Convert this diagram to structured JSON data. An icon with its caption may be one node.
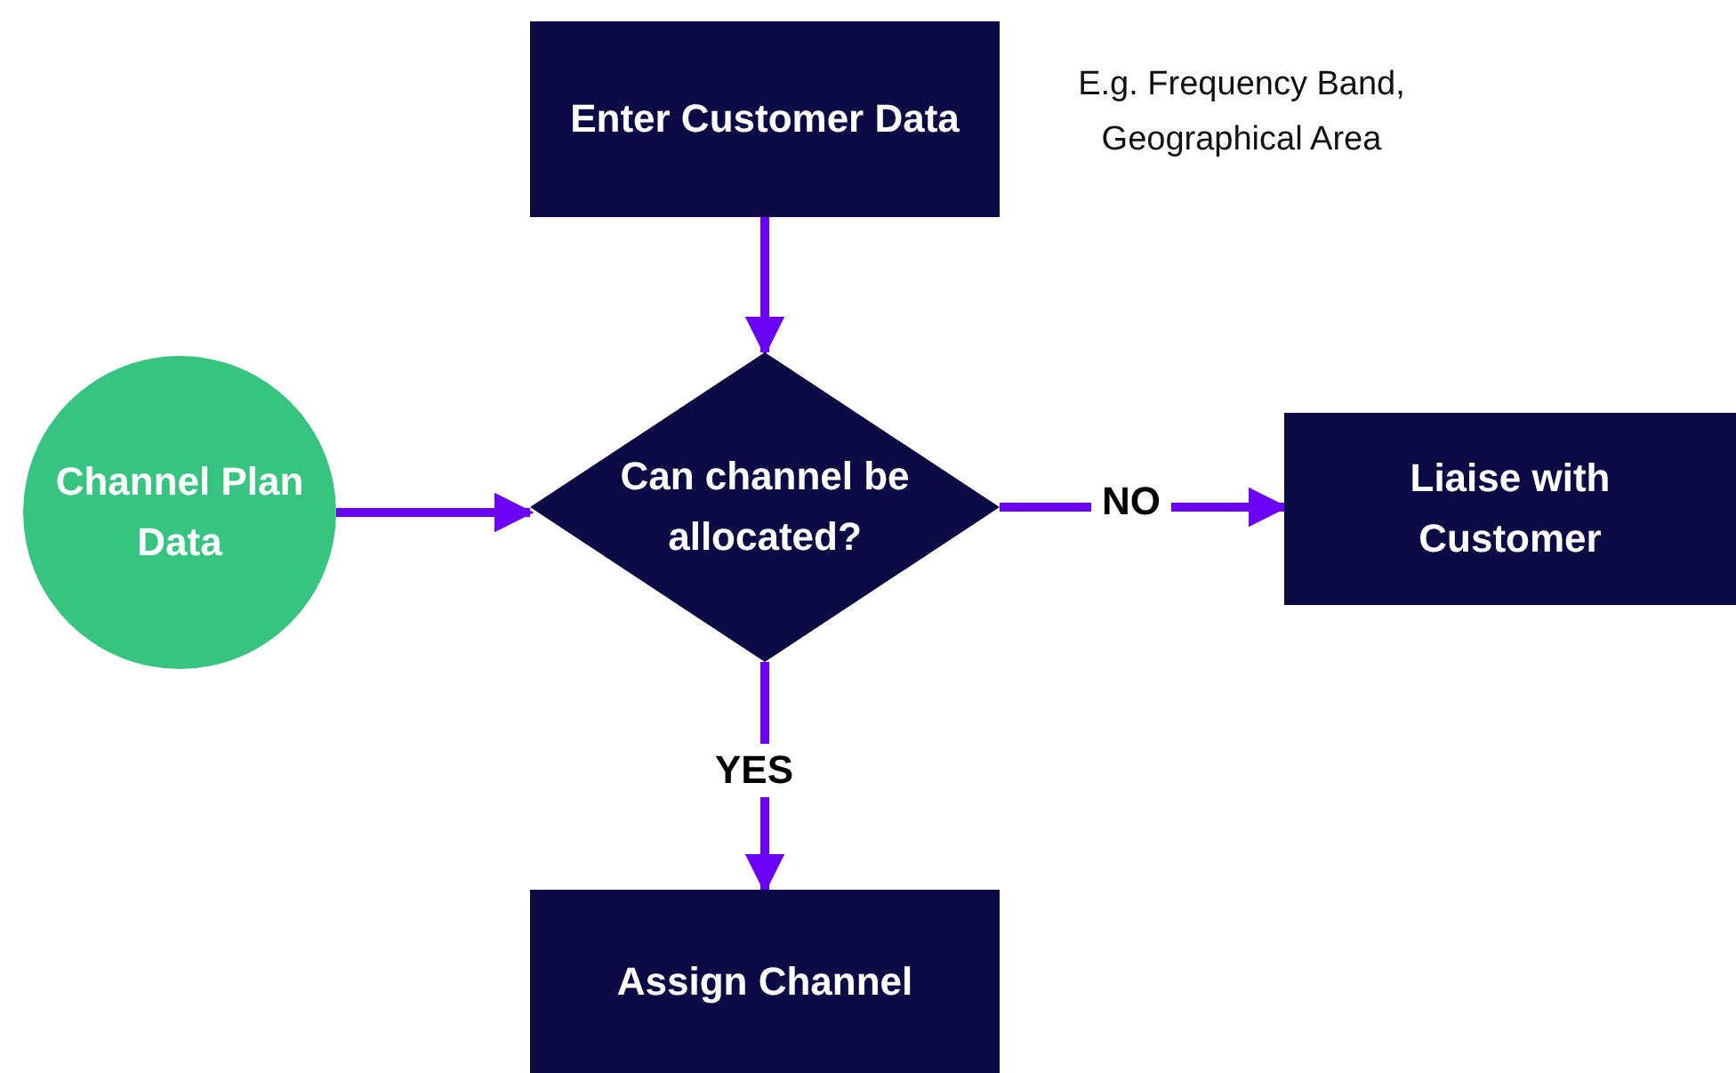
{
  "diagram": {
    "nodes": [
      {
        "text": [
          "Enter Customer Data"
        ],
        "beside": [
          "E.g. Frequency Band, Geographical Area"
        ]
      },
      {
        "text": [
          "Channel Plan Data"
        ]
      },
      {
        "text": [
          "Can channel be allocated?"
        ]
      },
      {
        "text": [
          "Liaise with Customer"
        ]
      },
      {
        "text": [
          "Assign Channel"
        ]
      }
    ],
    "edges": [
      {
        "from": 0,
        "to": 2,
        "arrow": "to"
      },
      {
        "from": 1,
        "to": 2,
        "arrow": "to"
      },
      {
        "from": 2,
        "to": 3,
        "arrow": "to",
        "label": "NO"
      },
      {
        "from": 2,
        "to": 4,
        "arrow": "to",
        "label": "YES"
      }
    ]
  }
}
